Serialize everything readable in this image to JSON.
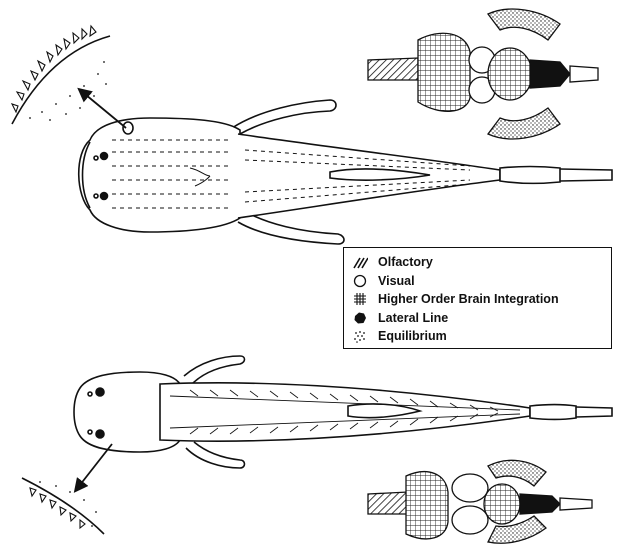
{
  "legend": {
    "items": [
      {
        "label": "Olfactory",
        "pattern": "diagonal-hatch"
      },
      {
        "label": "Visual",
        "pattern": "open-circle"
      },
      {
        "label": "Higher Order Brain Integration",
        "pattern": "crosshatch-grid"
      },
      {
        "label": "Lateral Line",
        "pattern": "solid-black"
      },
      {
        "label": "Equilibrium",
        "pattern": "stipple-dots"
      }
    ]
  },
  "colors": {
    "ink": "#111111",
    "paper": "#ffffff",
    "brain_fill": "#f2f2f2"
  }
}
